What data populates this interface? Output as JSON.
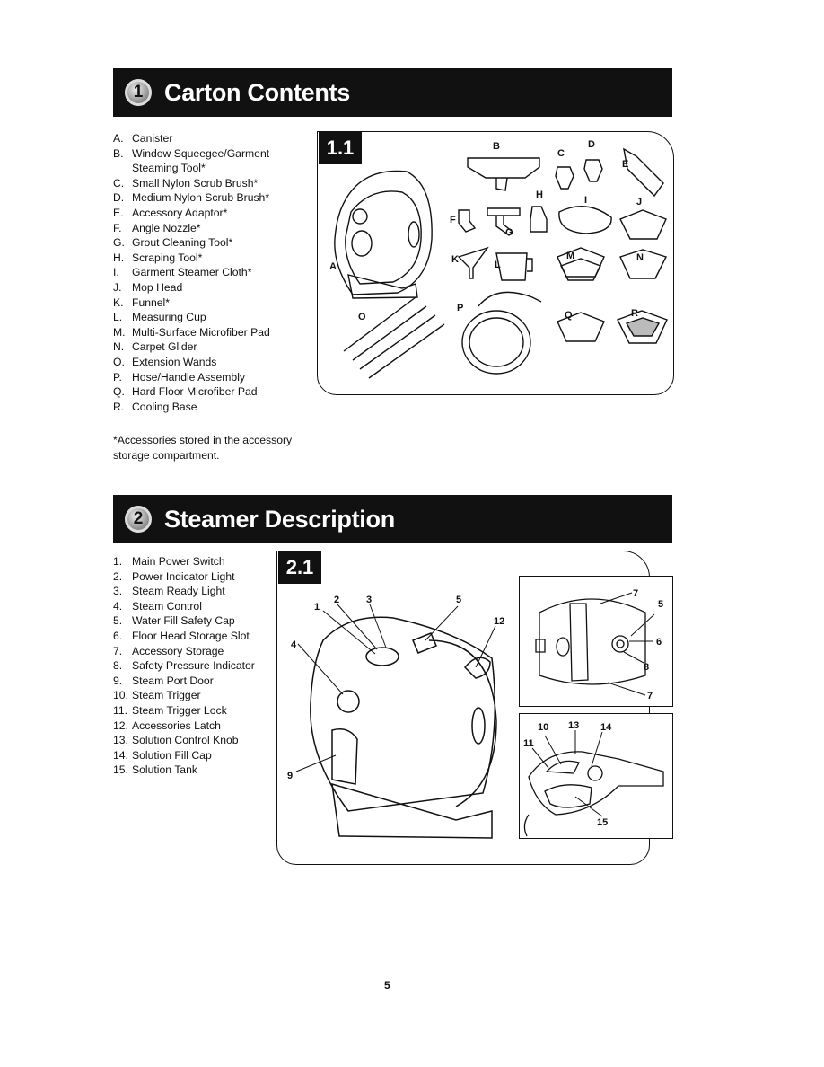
{
  "section1": {
    "number": "1",
    "title": "Carton Contents",
    "figure_tag": "1.1",
    "items": [
      {
        "key": "A.",
        "text": "Canister"
      },
      {
        "key": "B.",
        "text": "Window Squeegee/Garment Steaming Tool*"
      },
      {
        "key": "C.",
        "text": "Small Nylon Scrub Brush*"
      },
      {
        "key": "D.",
        "text": "Medium Nylon Scrub Brush*"
      },
      {
        "key": "E.",
        "text": "Accessory Adaptor*"
      },
      {
        "key": "F.",
        "text": "Angle Nozzle*"
      },
      {
        "key": "G.",
        "text": "Grout Cleaning Tool*"
      },
      {
        "key": "H.",
        "text": "Scraping Tool*"
      },
      {
        "key": "I.",
        "text": "Garment Steamer Cloth*"
      },
      {
        "key": "J.",
        "text": "Mop Head"
      },
      {
        "key": "K.",
        "text": "Funnel*"
      },
      {
        "key": "L.",
        "text": "Measuring Cup"
      },
      {
        "key": "M.",
        "text": "Multi-Surface Microfiber Pad"
      },
      {
        "key": "N.",
        "text": "Carpet Glider"
      },
      {
        "key": "O.",
        "text": "Extension Wands"
      },
      {
        "key": "P.",
        "text": "Hose/Handle Assembly"
      },
      {
        "key": "Q.",
        "text": "Hard Floor Microfiber Pad"
      },
      {
        "key": "R.",
        "text": "Cooling Base"
      }
    ],
    "note": "*Accessories stored in the accessory storage compartment.",
    "figure_labels": [
      "A",
      "B",
      "C",
      "D",
      "E",
      "F",
      "G",
      "H",
      "I",
      "J",
      "K",
      "L",
      "M",
      "N",
      "O",
      "P",
      "Q",
      "R"
    ]
  },
  "section2": {
    "number": "2",
    "title": "Steamer Description",
    "figure_tag": "2.1",
    "items": [
      {
        "key": "1.",
        "text": "Main Power Switch"
      },
      {
        "key": "2.",
        "text": "Power Indicator Light"
      },
      {
        "key": "3.",
        "text": "Steam Ready Light"
      },
      {
        "key": "4.",
        "text": "Steam Control"
      },
      {
        "key": "5.",
        "text": "Water Fill Safety Cap"
      },
      {
        "key": "6.",
        "text": "Floor Head Storage Slot"
      },
      {
        "key": "7.",
        "text": "Accessory Storage"
      },
      {
        "key": "8.",
        "text": "Safety Pressure Indicator"
      },
      {
        "key": "9.",
        "text": "Steam Port Door"
      },
      {
        "key": "10.",
        "text": "Steam Trigger"
      },
      {
        "key": "11.",
        "text": "Steam Trigger Lock"
      },
      {
        "key": "12.",
        "text": "Accessories Latch"
      },
      {
        "key": "13.",
        "text": "Solution Control Knob"
      },
      {
        "key": "14.",
        "text": "Solution Fill Cap"
      },
      {
        "key": "15.",
        "text": "Solution Tank"
      }
    ],
    "main_labels": [
      "1",
      "2",
      "3",
      "4",
      "5",
      "9",
      "12"
    ],
    "inset1_labels": [
      "7",
      "5",
      "6",
      "8",
      "7"
    ],
    "inset2_labels": [
      "10",
      "13",
      "14",
      "11",
      "15"
    ]
  },
  "page_number": "5"
}
